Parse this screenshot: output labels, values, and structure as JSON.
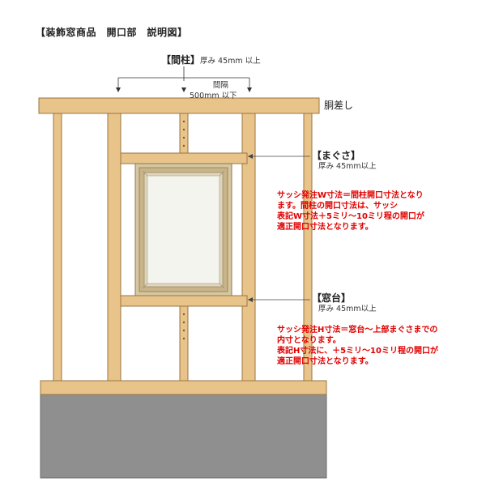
{
  "title": "【装飾窓商品　開口部　説明図】",
  "stud_label": {
    "heading": "【間柱】",
    "thickness": "厚み 45mm 以上"
  },
  "spacing_label": {
    "line1": "間隔",
    "line2": "500mm 以下"
  },
  "beam_label": "胴差し",
  "header_label": {
    "heading": "【まぐさ】",
    "thickness": "厚み 45mm以上"
  },
  "sill_label": {
    "heading": "【窓台】",
    "thickness": "厚み 45mm以上"
  },
  "width_note": [
    "サッシ発注W寸法＝間柱開口寸法となり",
    "ます。間柱の開口寸法は、サッシ",
    "表記W寸法＋5ミリ～10ミリ程の開口が",
    "適正開口寸法となります。"
  ],
  "height_note": [
    "サッシ発注H寸法＝窓台～上部まぐさまでの",
    "内寸となります。",
    "表記H寸法に、＋5ミリ～10ミリ程の開口が",
    "適正開口寸法となります。"
  ],
  "colors": {
    "wood": "#e8c48a",
    "wood_edge": "#9a7440",
    "foundation": "#8f8f8f",
    "window_frame": "#c9b48a",
    "glass": "#f4f4ee",
    "note_text": "#e00000"
  }
}
